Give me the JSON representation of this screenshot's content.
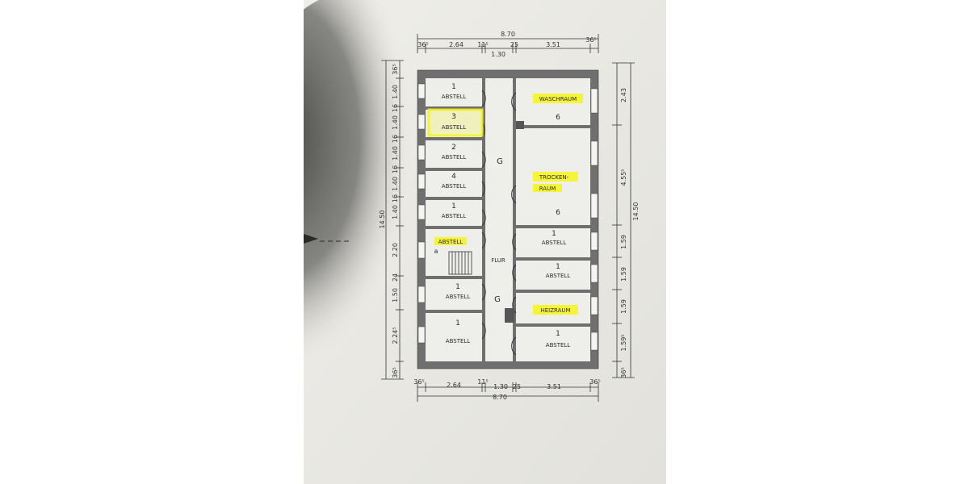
{
  "colors": {
    "paper": "#ecebe6",
    "wall": "#6f6f6f",
    "highlight": "#f7f41a",
    "shadow": "#4a4a48"
  },
  "rooms": {
    "l1": {
      "num": "1",
      "name": "ABSTELL"
    },
    "l2": {
      "num": "3",
      "name": "ABSTELL"
    },
    "l3": {
      "num": "2",
      "name": "ABSTELL"
    },
    "l4": {
      "num": "4",
      "name": "ABSTELL"
    },
    "l5": {
      "num": "1",
      "name": "ABSTELL"
    },
    "l6": {
      "num": "a",
      "name": "ABSTELL"
    },
    "l7": {
      "num": "1",
      "name": "ABSTELL"
    },
    "l8": {
      "num": "1",
      "name": "ABSTELL"
    },
    "r1": {
      "num": "6",
      "name": "WASCHRAUM"
    },
    "r2": {
      "num": "6",
      "name": "TROCKEN-",
      "name2": "RAUM"
    },
    "r3": {
      "num": "1",
      "name": "ABSTELL"
    },
    "r4": {
      "num": "1",
      "name": "ABSTELL"
    },
    "r5": {
      "num": "",
      "name": "HEIZRAUM"
    },
    "r6": {
      "num": "1",
      "name": "ABSTELL"
    },
    "corr1": "G",
    "corr2": "G",
    "flur": "FLUR"
  },
  "dims": {
    "top_total": "8.70",
    "top": [
      "36⁵",
      "2.64",
      "11⁵",
      "1.30",
      "25",
      "3.51",
      "36⁵"
    ],
    "bottom_total": "8.70",
    "bottom": [
      "36⁵",
      "2.64",
      "11⁵",
      "1.30",
      "25",
      "3.51",
      "36⁵"
    ],
    "left_total": "14.50",
    "left": [
      "36⁵",
      "1.40",
      "16",
      "1.40",
      "16",
      "1.40",
      "16",
      "1.40",
      "16",
      "1.40",
      "2.20",
      "24",
      "1.50",
      "2.24⁵",
      "36⁵"
    ],
    "right_total": "14.50",
    "right_inner": [
      "2.43",
      "4.55⁵",
      "1.59",
      "1.59",
      "1.59",
      "1.59⁵",
      "36⁵"
    ]
  }
}
